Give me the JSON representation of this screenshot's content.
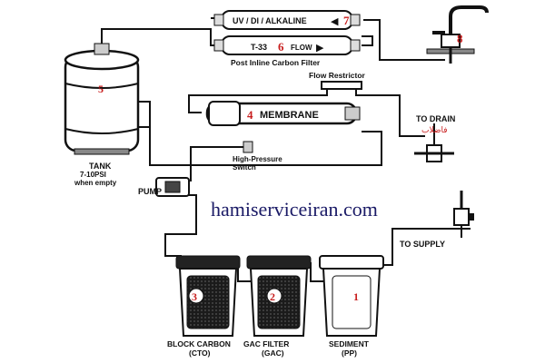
{
  "watermark": "hamiserviceiran.com",
  "components": {
    "tank": {
      "number": "5",
      "label": "TANK",
      "sub1": "7-10PSI",
      "sub2": "when empty"
    },
    "uv": {
      "label": "UV / DI / ALKALINE",
      "number": "7"
    },
    "t33": {
      "label": "T-33",
      "number": "6",
      "flow": "FLOW"
    },
    "post_filter": {
      "caption": "Post Inline Carbon Filter"
    },
    "faucet": {
      "number": "8"
    },
    "flow_restrictor": {
      "label": "Flow Restrictor"
    },
    "membrane": {
      "number": "4",
      "label": "MEMBRANE"
    },
    "drain": {
      "label": "TO DRAIN",
      "persian": "فاضلاب"
    },
    "hp_switch": {
      "label1": "High-Pressure",
      "label2": "Switch"
    },
    "pump": {
      "label": "PUMP"
    },
    "supply": {
      "label": "TO SUPPLY"
    },
    "filter3": {
      "number": "3",
      "label1": "BLOCK CARBON",
      "label2": "(CTO)"
    },
    "filter2": {
      "number": "2",
      "label1": "GAC FILTER",
      "label2": "(GAC)"
    },
    "filter1": {
      "number": "1",
      "label1": "SEDIMENT",
      "label2": "(PP)"
    }
  },
  "colors": {
    "line": "#111111",
    "number": "#c81e1e",
    "watermark": "#1a1a66"
  }
}
